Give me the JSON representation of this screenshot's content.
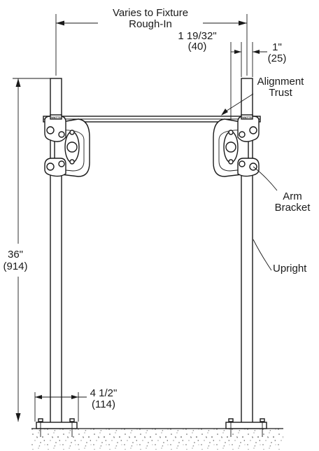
{
  "dimensions": {
    "fixture_spacing": {
      "line1": "Varies to Fixture",
      "line2": "Rough-In"
    },
    "offset": {
      "imperial": "1 19/32\"",
      "metric": "(40)"
    },
    "upright_width": {
      "imperial": "1\"",
      "metric": "(25)"
    },
    "height": {
      "imperial": "36\"",
      "metric": "(914)"
    },
    "base_width": {
      "imperial": "4 1/2\"",
      "metric": "(114)"
    }
  },
  "callouts": {
    "alignment_trust": {
      "line1": "Alignment",
      "line2": "Trust"
    },
    "arm_bracket": {
      "line1": "Arm",
      "line2": "Bracket"
    },
    "upright": "Upright"
  },
  "bracket_marking": "WATTS"
}
